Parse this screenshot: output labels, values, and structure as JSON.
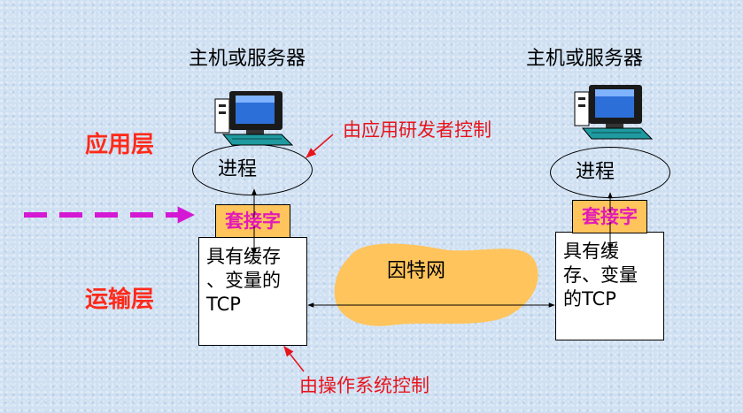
{
  "hosts": [
    {
      "label": "主机或服务器",
      "process": "进程",
      "socket": "套接字",
      "tcp_lines": [
        "具有缓存",
        "、变量的",
        "TCP"
      ]
    },
    {
      "label": "主机或服务器",
      "process": "进程",
      "socket": "套接字",
      "tcp_lines": [
        "具有缓",
        "存、变量",
        "的TCP"
      ]
    }
  ],
  "layers": {
    "application": "应用层",
    "transport": "运输层"
  },
  "annotations": {
    "app_control": "由应用研发者控制",
    "os_control": "由操作系统控制"
  },
  "network": {
    "label": "因特网"
  },
  "colors": {
    "layer_text": "#ff2a1a",
    "annotation": "#e8141c",
    "socket_fill": "#ffc45c",
    "socket_text": "#e21ab8",
    "cloud": "#ffc45c",
    "dashed_arrow": "#d418d4"
  }
}
